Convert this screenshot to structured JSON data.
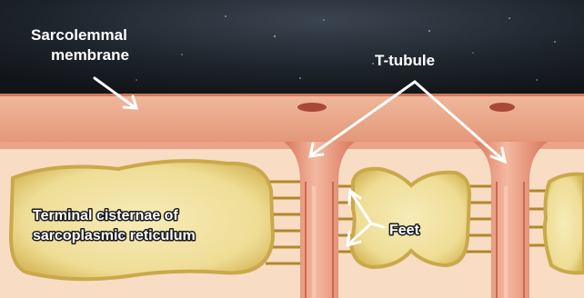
{
  "labels": {
    "sarcolemmal_line1": "Sarcolemmal",
    "sarcolemmal_line2": "membrane",
    "t_tubule": "T-tubule",
    "terminal_line1": "Terminal cisternae of",
    "terminal_line2": "sarcoplasmic reticulum",
    "feet": "Feet"
  },
  "colors": {
    "background_top": "#1c2026",
    "membrane": "#e9a285",
    "membrane_dark": "#d97f63",
    "cytoplasm": "#f8dcc4",
    "cisterna_fill": "#f0e2a0",
    "cisterna_rim": "#c9a94a",
    "feet": "#b0882a"
  }
}
